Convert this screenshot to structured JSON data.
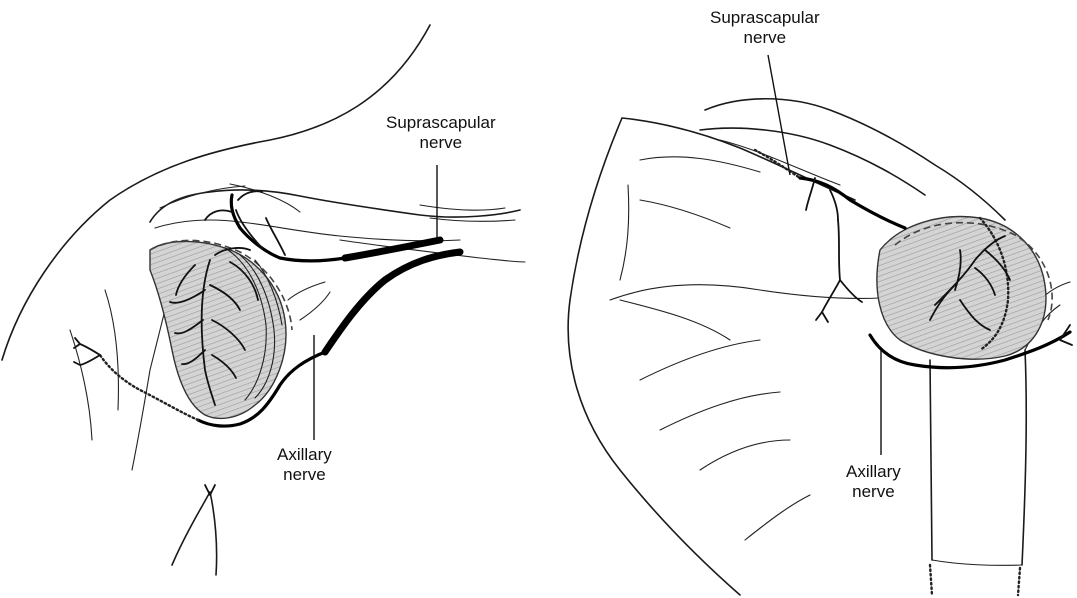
{
  "left_panel": {
    "suprascapular_label": {
      "line1": "Suprascapular",
      "line2": "nerve"
    },
    "axillary_label": {
      "line1": "Axillary",
      "line2": "nerve"
    }
  },
  "right_panel": {
    "suprascapular_label": {
      "line1": "Suprascapular",
      "line2": "nerve"
    },
    "axillary_label": {
      "line1": "Axillary",
      "line2": "nerve"
    }
  },
  "colors": {
    "ink": "#1a1a1a",
    "capsule_fill": "#cfcfcf",
    "background": "#ffffff"
  }
}
